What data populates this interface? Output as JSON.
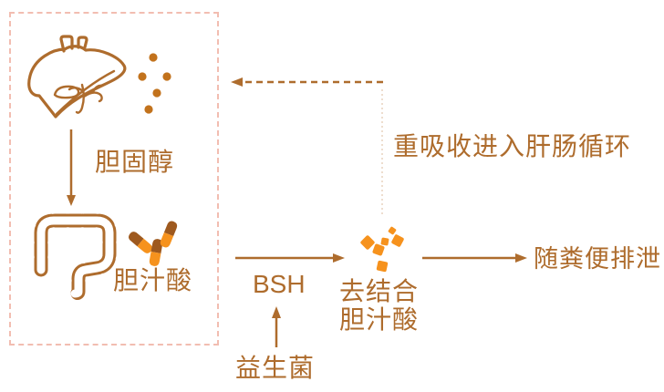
{
  "labels": {
    "cholesterol": "胆固醇",
    "bile_acid": "胆汁酸",
    "bsh": "BSH",
    "probiotics": "益生菌",
    "deconjugated_bile_acid": "去结合\n胆汁酸",
    "fecal_excretion": "随粪便排泄",
    "reabsorption": "重吸收进入肝肠循环"
  },
  "icons": {
    "liver": "liver-outline",
    "intestine": "large-intestine-outline",
    "cholesterol_dots": "five-round-dots",
    "bile_acid_capsules": "three-two-tone-capsules",
    "deconjugated_fragments": "scattered-capsule-fragments"
  },
  "colors": {
    "primary": "#ae6c2d",
    "dot": "#c2721c",
    "capsule_dark": "#9e591e",
    "capsule_orange": "#f6921d",
    "box_border": "#f2bdb1",
    "dotted_connector": "#ead5c2"
  }
}
